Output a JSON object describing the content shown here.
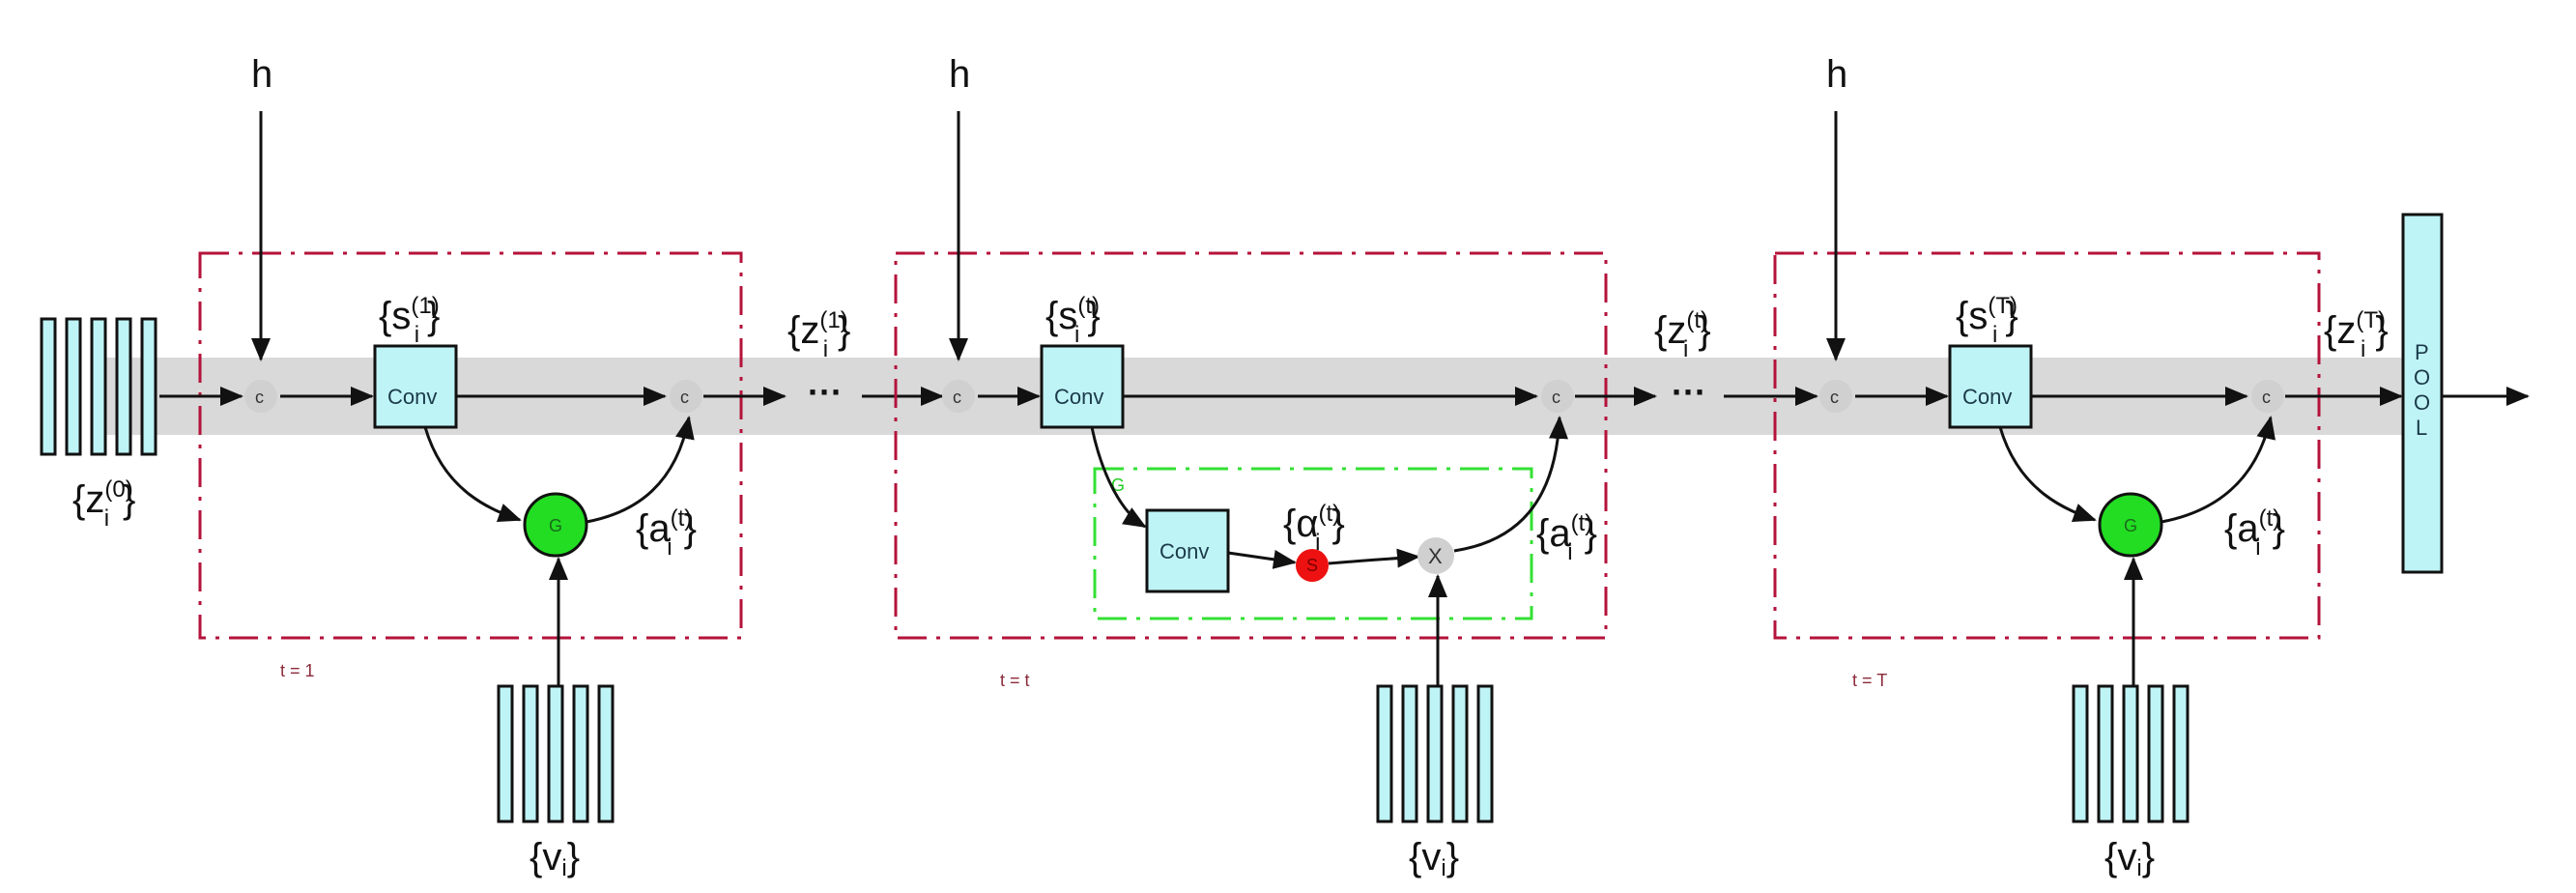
{
  "colors": {
    "band": "#d9d9d9",
    "feature_fill": "#bff4f6",
    "stroke": "#111111",
    "step_box": "#b4123a",
    "gate_box": "#33e033",
    "gate_node": "#22dd22",
    "softmax_node": "#ee1111",
    "concat_node": "#d0d0d0"
  },
  "input": {
    "label_base": "{z",
    "label_sup": "(0)",
    "label_sub": "i",
    "label_close": "}"
  },
  "hidden_label": "h",
  "ellipsis": "···",
  "steps": [
    {
      "id": "t1",
      "time_label": "t = 1",
      "concat_in": "c",
      "conv": "Conv",
      "s_label": {
        "base": "{s",
        "sup": "(1)",
        "sub": "i",
        "close": "}"
      },
      "gate": "G",
      "a_label": {
        "base": "{a",
        "sup": "(t)",
        "sub": "i",
        "close": "}"
      },
      "concat_out": "c",
      "v_label": {
        "base": "{v",
        "sub": "i",
        "close": "}"
      },
      "z_out": {
        "base": "{z",
        "sup": "(1)",
        "sub": "i",
        "close": "}"
      }
    },
    {
      "id": "tt",
      "time_label": "t = t",
      "concat_in": "c",
      "conv": "Conv",
      "s_label": {
        "base": "{s",
        "sup": "(t)",
        "sub": "i",
        "close": "}"
      },
      "gate_box_label": "G",
      "inner_conv": "Conv",
      "softmax": "S",
      "alpha_label": {
        "base": "{α",
        "sup": "(t)",
        "sub": "i",
        "close": "}"
      },
      "multiply": "X",
      "a_label": {
        "base": "{a",
        "sup": "(t)",
        "sub": "i",
        "close": "}"
      },
      "concat_out": "c",
      "v_label": {
        "base": "{v",
        "sub": "i",
        "close": "}"
      },
      "z_out": {
        "base": "{z",
        "sup": "(t)",
        "sub": "i",
        "close": "}"
      }
    },
    {
      "id": "tT",
      "time_label": "t = T",
      "concat_in": "c",
      "conv": "Conv",
      "s_label": {
        "base": "{s",
        "sup": "(T)",
        "sub": "i",
        "close": "}"
      },
      "gate": "G",
      "a_label": {
        "base": "{a",
        "sup": "(t)",
        "sub": "i",
        "close": "}"
      },
      "concat_out": "c",
      "v_label": {
        "base": "{v",
        "sub": "i",
        "close": "}"
      },
      "z_out": {
        "base": "{z",
        "sup": "(T)",
        "sub": "i",
        "close": "}"
      }
    }
  ],
  "pool": {
    "letters": [
      "P",
      "O",
      "O",
      "L"
    ]
  }
}
